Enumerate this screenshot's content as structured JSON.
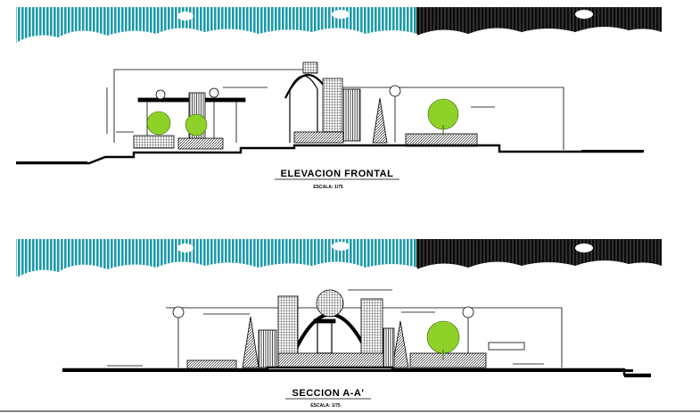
{
  "drawings": [
    {
      "title": "ELEVACION FRONTAL",
      "scale": "ESCALA: 1/75"
    },
    {
      "title": "SECCION A-A'",
      "scale": "ESCALA: 1/75"
    }
  ],
  "colors": {
    "sky_cyan": "#1b9aa8",
    "sky_dark": "#0a0a0a",
    "tree_green": "#8fd129",
    "line": "#000000"
  }
}
